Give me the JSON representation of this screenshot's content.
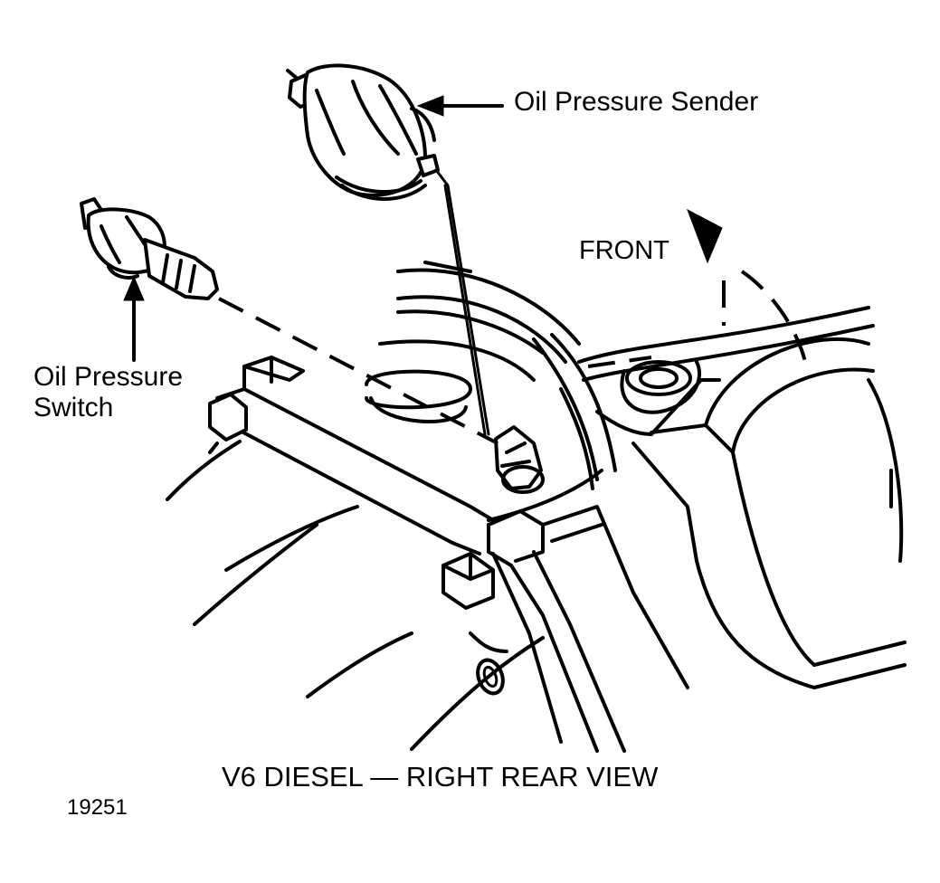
{
  "labels": {
    "oil_pressure_sender": "Oil Pressure Sender",
    "front": "FRONT",
    "oil_pressure_switch_line1": "Oil Pressure",
    "oil_pressure_switch_line2": "Switch",
    "caption": "V6 DIESEL — RIGHT REAR VIEW",
    "figure_number": "19251"
  },
  "colors": {
    "ink": "#000000",
    "paper": "#ffffff"
  }
}
